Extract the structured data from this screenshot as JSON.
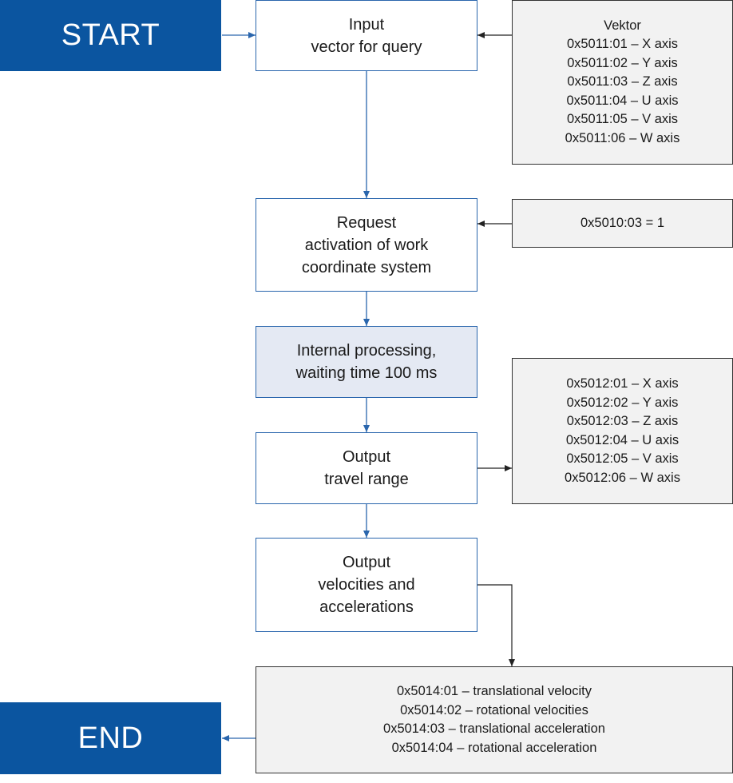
{
  "colors": {
    "terminal_fill": "#0b55a0",
    "process_border": "#2a66ad",
    "process_shaded_fill": "#e4e9f3",
    "info_fill": "#f2f2f2",
    "flow_arrow": "#2a66ad",
    "info_arrow": "#222222"
  },
  "start": {
    "label": "START"
  },
  "end": {
    "label": "END"
  },
  "steps": [
    {
      "lines": [
        "Input",
        "vector for query"
      ]
    },
    {
      "lines": [
        "Request",
        "activation of work",
        "coordinate system"
      ]
    },
    {
      "lines": [
        "Internal processing,",
        "waiting time 100 ms"
      ]
    },
    {
      "lines": [
        "Output",
        "travel range"
      ]
    },
    {
      "lines": [
        "Output",
        "velocities and",
        "accelerations"
      ]
    }
  ],
  "info_boxes": [
    {
      "lines": [
        "Vektor",
        "0x5011:01 – X axis",
        "0x5011:02 – Y axis",
        "0x5011:03 – Z axis",
        "0x5011:04 – U axis",
        "0x5011:05 – V axis",
        "0x5011:06 – W axis"
      ]
    },
    {
      "lines": [
        "0x5010:03 = 1"
      ]
    },
    {
      "lines": [
        "0x5012:01 – X axis",
        "0x5012:02 – Y axis",
        "0x5012:03 – Z axis",
        "0x5012:04 – U axis",
        "0x5012:05 – V axis",
        "0x5012:06 – W axis"
      ]
    },
    {
      "lines": [
        "0x5014:01 – translational velocity",
        "0x5014:02 – rotational velocities",
        "0x5014:03 – translational acceleration",
        "0x5014:04 – rotational acceleration"
      ]
    }
  ]
}
